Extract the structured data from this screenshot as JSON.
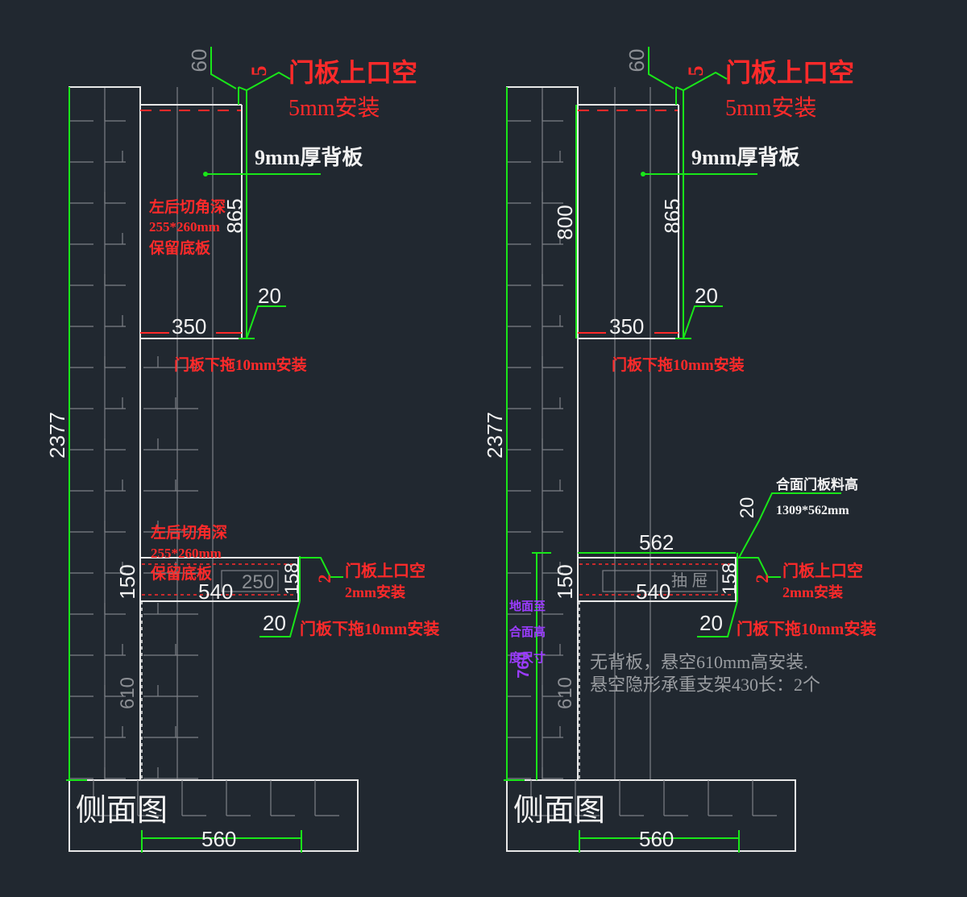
{
  "colors": {
    "background": "#212830",
    "outline": "#e8e8e8",
    "dimension": "#19e619",
    "annotation": "#ff2a2a",
    "hatch": "#7d8086",
    "purple_note": "#9b3cff"
  },
  "left_view": {
    "title": "侧面图",
    "dim_total_height": "2377",
    "dim_top": "60",
    "dim_gap_top": "5",
    "note_top_gap_1": "门板上口空",
    "note_top_gap_2": "5mm安装",
    "note_back_panel": "9mm厚背板",
    "note_corner_cut_1": "左后切角深",
    "note_corner_cut_2": "255*260mm",
    "note_corner_cut_3": "保留底板",
    "dim_upper_height": "865",
    "dim_upper_20": "20",
    "dim_upper_depth": "350",
    "note_door_drop_upper": "门板下拖10mm安装",
    "note_corner_cut_lower_1": "左后切角深",
    "note_corner_cut_lower_2": "255*260mm",
    "note_corner_cut_lower_3": "保留底板",
    "dim_drawer_150": "150",
    "dim_drawer_540": "540",
    "dim_drawer_250": "250",
    "dim_drawer_158": "158",
    "dim_drawer_gap": "2",
    "note_drawer_gap_1": "门板上口空",
    "note_drawer_gap_2": "2mm安装",
    "dim_drawer_20": "20",
    "note_drawer_drop": "门板下拖10mm安装",
    "dim_lower_610": "610",
    "dim_base_560": "560"
  },
  "right_view": {
    "title": "侧面图",
    "dim_total_height": "2377",
    "dim_top": "60",
    "dim_gap_top": "5",
    "note_top_gap_1": "门板上口空",
    "note_top_gap_2": "5mm安装",
    "note_back_panel": "9mm厚背板",
    "dim_upper_800": "800",
    "dim_upper_height": "865",
    "dim_upper_20": "20",
    "dim_upper_depth": "350",
    "note_door_drop_upper": "门板下拖10mm安装",
    "note_door_material_1": "合面门板料高",
    "note_door_material_2": "1309*562mm",
    "dim_drawer_top_20": "20",
    "dim_drawer_562": "562",
    "dim_drawer_150": "150",
    "dim_drawer_540": "540",
    "drawer_label": "抽 屉",
    "dim_drawer_158": "158",
    "dim_drawer_gap": "2",
    "note_drawer_gap_1": "门板上口空",
    "note_drawer_gap_2": "2mm安装",
    "dim_drawer_20": "20",
    "note_drawer_drop": "门板下拖10mm安装",
    "purple_note_1": "地面至",
    "purple_note_2": "合面高",
    "purple_note_3": "度尺寸",
    "purple_dim": "760",
    "note_install_1": "无背板，悬空610mm高安装.",
    "note_install_2": "悬空隐形承重支架430长：2个",
    "dim_lower_610": "610",
    "dim_base_560": "560"
  }
}
